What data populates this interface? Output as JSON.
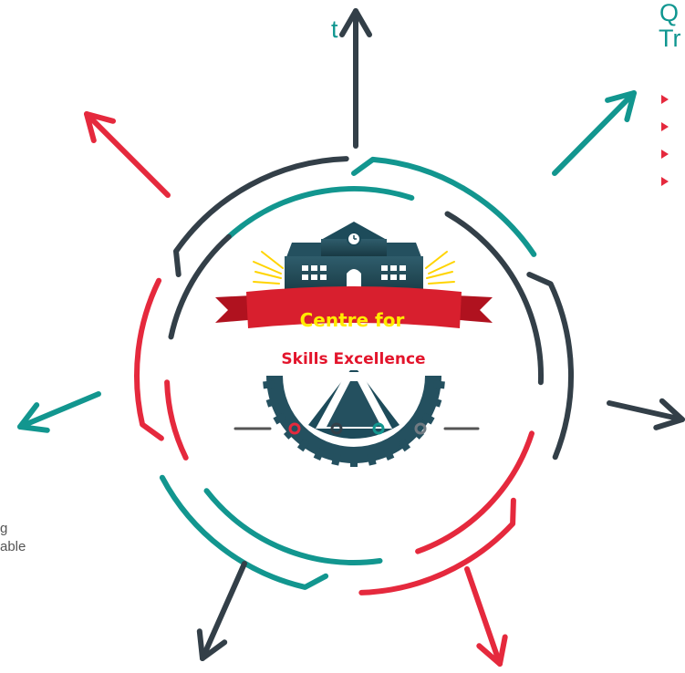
{
  "logo": {
    "line1": "Centre for",
    "line2": "Skills Excellence"
  },
  "partial_labels": {
    "top_right_1": "Q",
    "top_right_2": "Tr",
    "top_left": "t",
    "bottom_left_1": "g",
    "bottom_left_2": "able"
  },
  "bullets": {
    "count": 4
  },
  "colors": {
    "dark": "#333f48",
    "teal": "#12968f",
    "red": "#e5293d",
    "ribbon": "#cc1b2b",
    "ribbon_text": "#ffec00",
    "logo_text": "#e3152c"
  },
  "dots": [
    "red",
    "dark",
    "teal",
    "dark"
  ]
}
